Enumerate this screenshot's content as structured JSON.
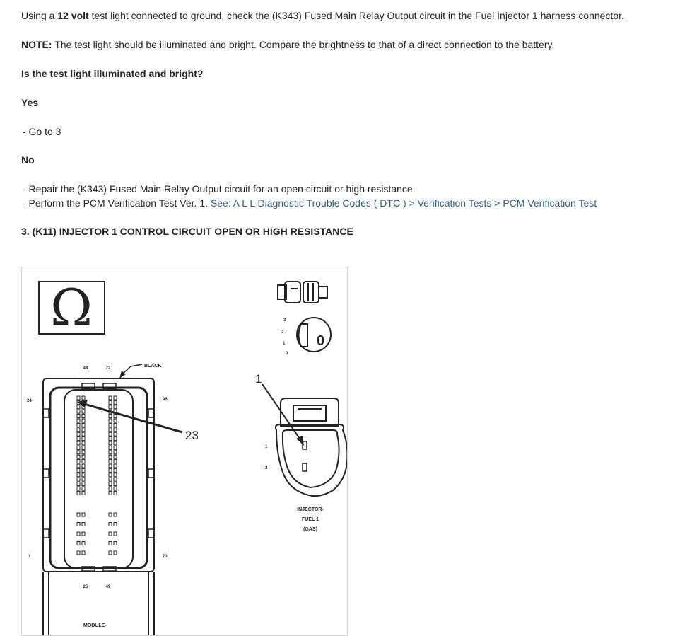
{
  "step2": {
    "instruction_pre": "Using a ",
    "instruction_bold": "12 volt",
    "instruction_post": " test light connected to ground, check the (K343) Fused Main Relay Output circuit in the Fuel Injector 1 harness connector.",
    "note_label": "NOTE:",
    "note_text": " The test light should be illuminated and bright. Compare the brightness to that of a direct connection to the battery.",
    "question": "Is the test light illuminated and bright?",
    "yes_label": "Yes",
    "yes_items": [
      "- Go to 3"
    ],
    "no_label": "No",
    "no_item_1": "- Repair the (K343) Fused Main Relay Output circuit for an open circuit or high resistance.",
    "no_item_2_pre": "- Perform the PCM Verification Test Ver. 1. ",
    "no_item_2_link": "See: A L L Diagnostic Trouble Codes ( DTC ) > Verification Tests > PCM Verification Test"
  },
  "step3": {
    "heading": "3. (K11) INJECTOR 1 CONTROL CIRCUIT OPEN OR HIGH RESISTANCE"
  },
  "figure": {
    "ohm_symbol": "Ω",
    "ignition_position": "0",
    "key_positions": [
      "3",
      "2",
      "1",
      "0"
    ],
    "pcm_pin_labels": [
      "48",
      "72",
      "24",
      "96",
      "1",
      "73",
      "25",
      "49"
    ],
    "pcm_color_label": "BLACK",
    "pcm_callout": "23",
    "pcm_module_label": "MODULE-",
    "injector_callout": "1",
    "injector_pin_labels": [
      "1",
      "2"
    ],
    "injector_name_lines": [
      "INJECTOR-",
      "FUEL 1",
      "(GAS)"
    ]
  }
}
